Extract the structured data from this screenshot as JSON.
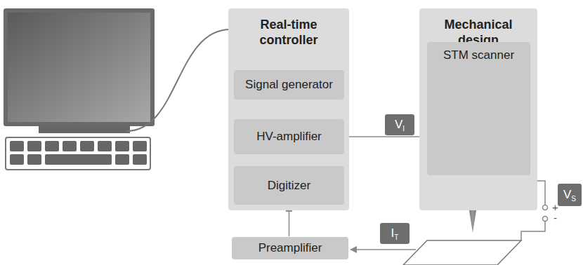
{
  "diagram": {
    "nodes": [
      {
        "text": [
          "Real-time controller"
        ]
      },
      {
        "text": [
          "Signal generator"
        ],
        "in": 0
      },
      {
        "text": [
          "HV-amplifier"
        ],
        "in": 0
      },
      {
        "text": [
          "Digitizer"
        ],
        "in": 0
      },
      {
        "text": [
          "Mechanical design"
        ]
      },
      {
        "text": [
          "STM scanner"
        ],
        "in": 4
      },
      {
        "text": [
          "Preamplifier"
        ]
      },
      {
        "text": [
          "V",
          "I"
        ]
      },
      {
        "text": [
          "I",
          "T"
        ]
      },
      {
        "text": [
          "V",
          "S"
        ]
      }
    ],
    "edges": [
      {
        "from": 1,
        "to": 2,
        "arrow": "to"
      },
      {
        "from": 2,
        "to": 5,
        "arrow": "to"
      },
      {
        "from": 6,
        "to": 3,
        "arrow": "to"
      }
    ],
    "labels": [
      "+",
      "-"
    ]
  }
}
